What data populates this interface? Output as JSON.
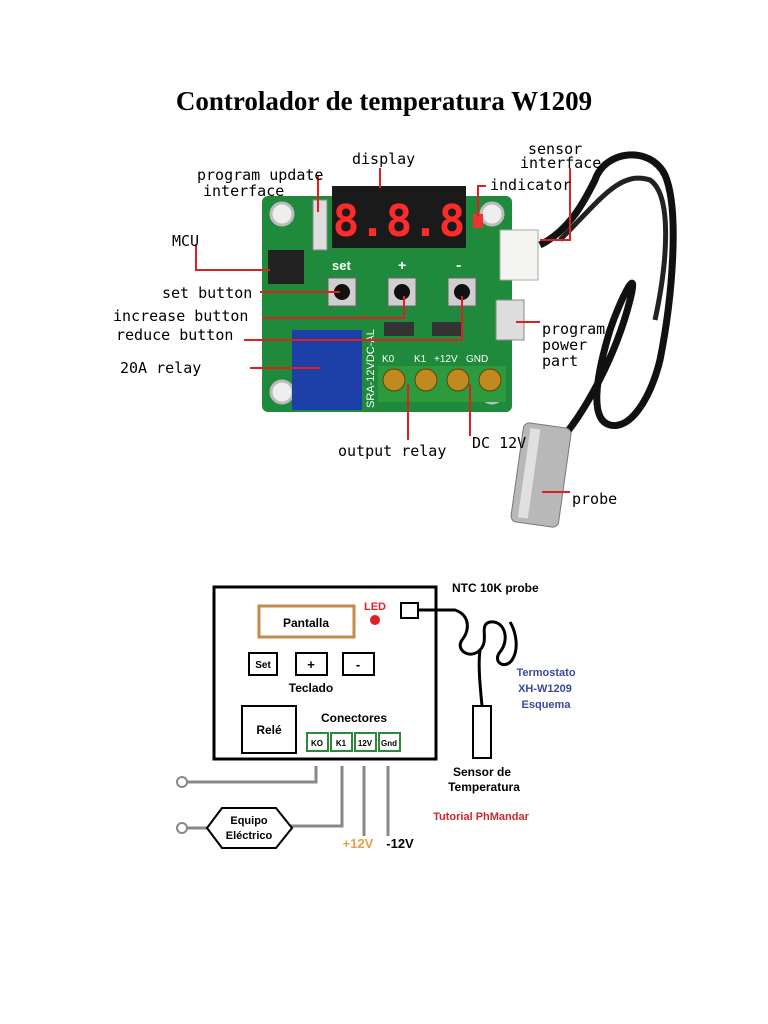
{
  "title": "Controlador de temperatura W1209",
  "photo": {
    "labels": {
      "program_update": "program update",
      "interface": "interface",
      "display": "display",
      "sensor": "sensor",
      "sensor_interface": "interface",
      "indicator": "indicator",
      "mcu": "MCU",
      "set_button": "set button",
      "increase_button": "increase button",
      "reduce_button": "reduce button",
      "relay_20a": "20A relay",
      "program": "program",
      "power": "power",
      "part": "part",
      "output_relay": "output relay",
      "dc_12v": "DC 12V",
      "probe": "probe"
    },
    "board_text": {
      "display_digits": "8.8.8",
      "set": "set",
      "plus": "+",
      "minus": "-",
      "k0": "K0",
      "k1": "K1",
      "p12v": "+12V",
      "gnd": "GND",
      "relay_model": "SRA-12VDC-AL"
    },
    "colors": {
      "pcb": "#1f8a3c",
      "red_line": "#e02020",
      "digit": "#ff2a2a",
      "terminal": "#2e9a3e"
    }
  },
  "schematic": {
    "ntc_probe": "NTC 10K probe",
    "led": "LED",
    "pantalla": "Pantalla",
    "set": "Set",
    "plus": "+",
    "minus": "-",
    "teclado": "Teclado",
    "rele": "Relé",
    "conectores": "Conectores",
    "connectors": [
      "KO",
      "K1",
      "12V",
      "Gnd"
    ],
    "termostato": "Termostato",
    "model": "XH-W1209",
    "esquema": "Esquema",
    "sensor_de": "Sensor de",
    "temperatura": "Temperatura",
    "tutorial": "Tutorial PhMandar",
    "equipo": "Equipo",
    "electrico": "Eléctrico",
    "plus12v": "+12V",
    "minus12v": "-12V",
    "colors": {
      "pantalla_border": "#c8884a",
      "led_red": "#e02020",
      "blue_text": "#3a4a9a",
      "tutorial_red": "#d02828",
      "plus12v_orange": "#e8a040",
      "connector_green": "#2a8a3a"
    }
  }
}
